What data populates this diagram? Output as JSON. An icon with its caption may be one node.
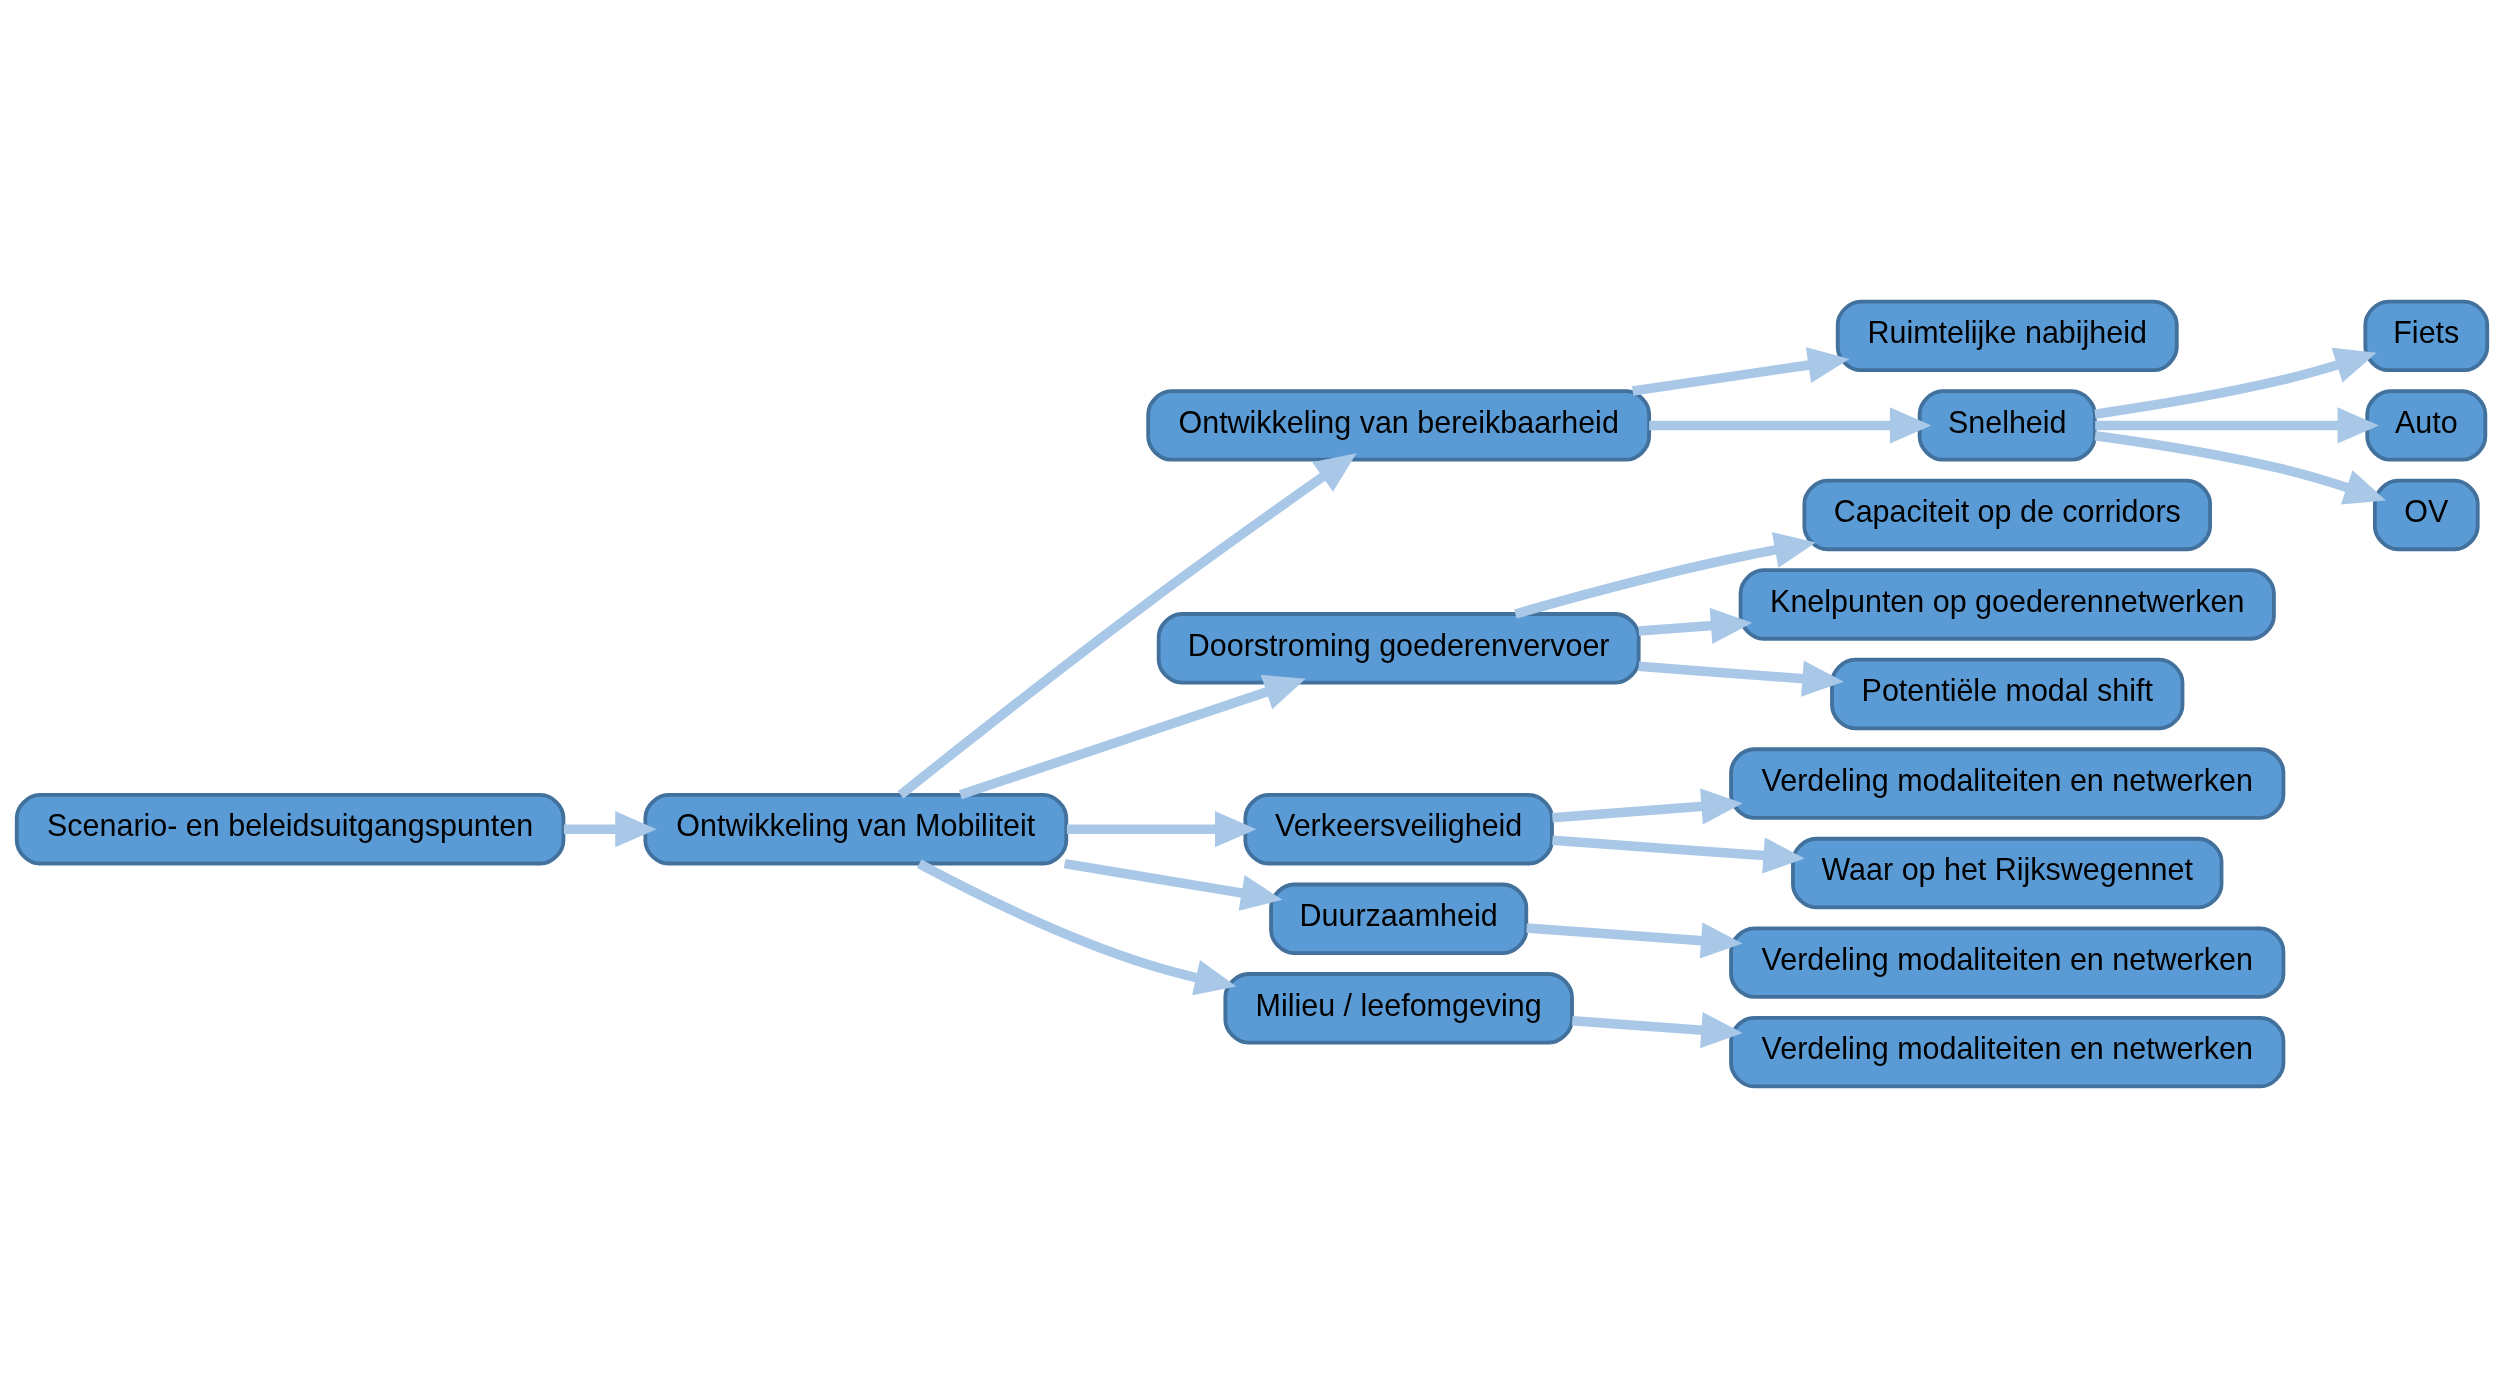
{
  "diagram": {
    "nodes": [
      {
        "text": [
          "Scenario- en beleidsuitgangspunten"
        ]
      },
      {
        "text": [
          "Ontwikkeling van Mobiliteit"
        ]
      },
      {
        "text": [
          "Ontwikkeling van bereikbaarheid"
        ]
      },
      {
        "text": [
          "Ruimtelijke nabijheid"
        ]
      },
      {
        "text": [
          "Snelheid"
        ]
      },
      {
        "text": [
          "Fiets"
        ]
      },
      {
        "text": [
          "Auto"
        ]
      },
      {
        "text": [
          "OV"
        ]
      },
      {
        "text": [
          "Doorstroming goederenvervoer"
        ]
      },
      {
        "text": [
          "Capaciteit op de corridors"
        ]
      },
      {
        "text": [
          "Knelpunten op goederennetwerken"
        ]
      },
      {
        "text": [
          "Potentiële modal shift"
        ]
      },
      {
        "text": [
          "Verkeersveiligheid"
        ]
      },
      {
        "text": [
          "Verdeling modaliteiten en netwerken"
        ]
      },
      {
        "text": [
          "Waar op het Rijkswegennet"
        ]
      },
      {
        "text": [
          "Duurzaamheid"
        ]
      },
      {
        "text": [
          "Verdeling modaliteiten en netwerken"
        ]
      },
      {
        "text": [
          "Milieu / leefomgeving"
        ]
      },
      {
        "text": [
          "Verdeling modaliteiten en netwerken"
        ]
      }
    ],
    "edges": [
      {
        "from": 0,
        "to": 1,
        "arrow": "to"
      },
      {
        "from": 1,
        "to": 2,
        "arrow": "to"
      },
      {
        "from": 1,
        "to": 8,
        "arrow": "to"
      },
      {
        "from": 1,
        "to": 12,
        "arrow": "to"
      },
      {
        "from": 1,
        "to": 15,
        "arrow": "to"
      },
      {
        "from": 1,
        "to": 17,
        "arrow": "to"
      },
      {
        "from": 2,
        "to": 3,
        "arrow": "to"
      },
      {
        "from": 2,
        "to": 4,
        "arrow": "to"
      },
      {
        "from": 4,
        "to": 5,
        "arrow": "to"
      },
      {
        "from": 4,
        "to": 6,
        "arrow": "to"
      },
      {
        "from": 4,
        "to": 7,
        "arrow": "to"
      },
      {
        "from": 8,
        "to": 9,
        "arrow": "to"
      },
      {
        "from": 8,
        "to": 10,
        "arrow": "to"
      },
      {
        "from": 8,
        "to": 11,
        "arrow": "to"
      },
      {
        "from": 12,
        "to": 13,
        "arrow": "to"
      },
      {
        "from": 12,
        "to": 14,
        "arrow": "to"
      },
      {
        "from": 15,
        "to": 16,
        "arrow": "to"
      },
      {
        "from": 17,
        "to": 18,
        "arrow": "to"
      }
    ]
  }
}
